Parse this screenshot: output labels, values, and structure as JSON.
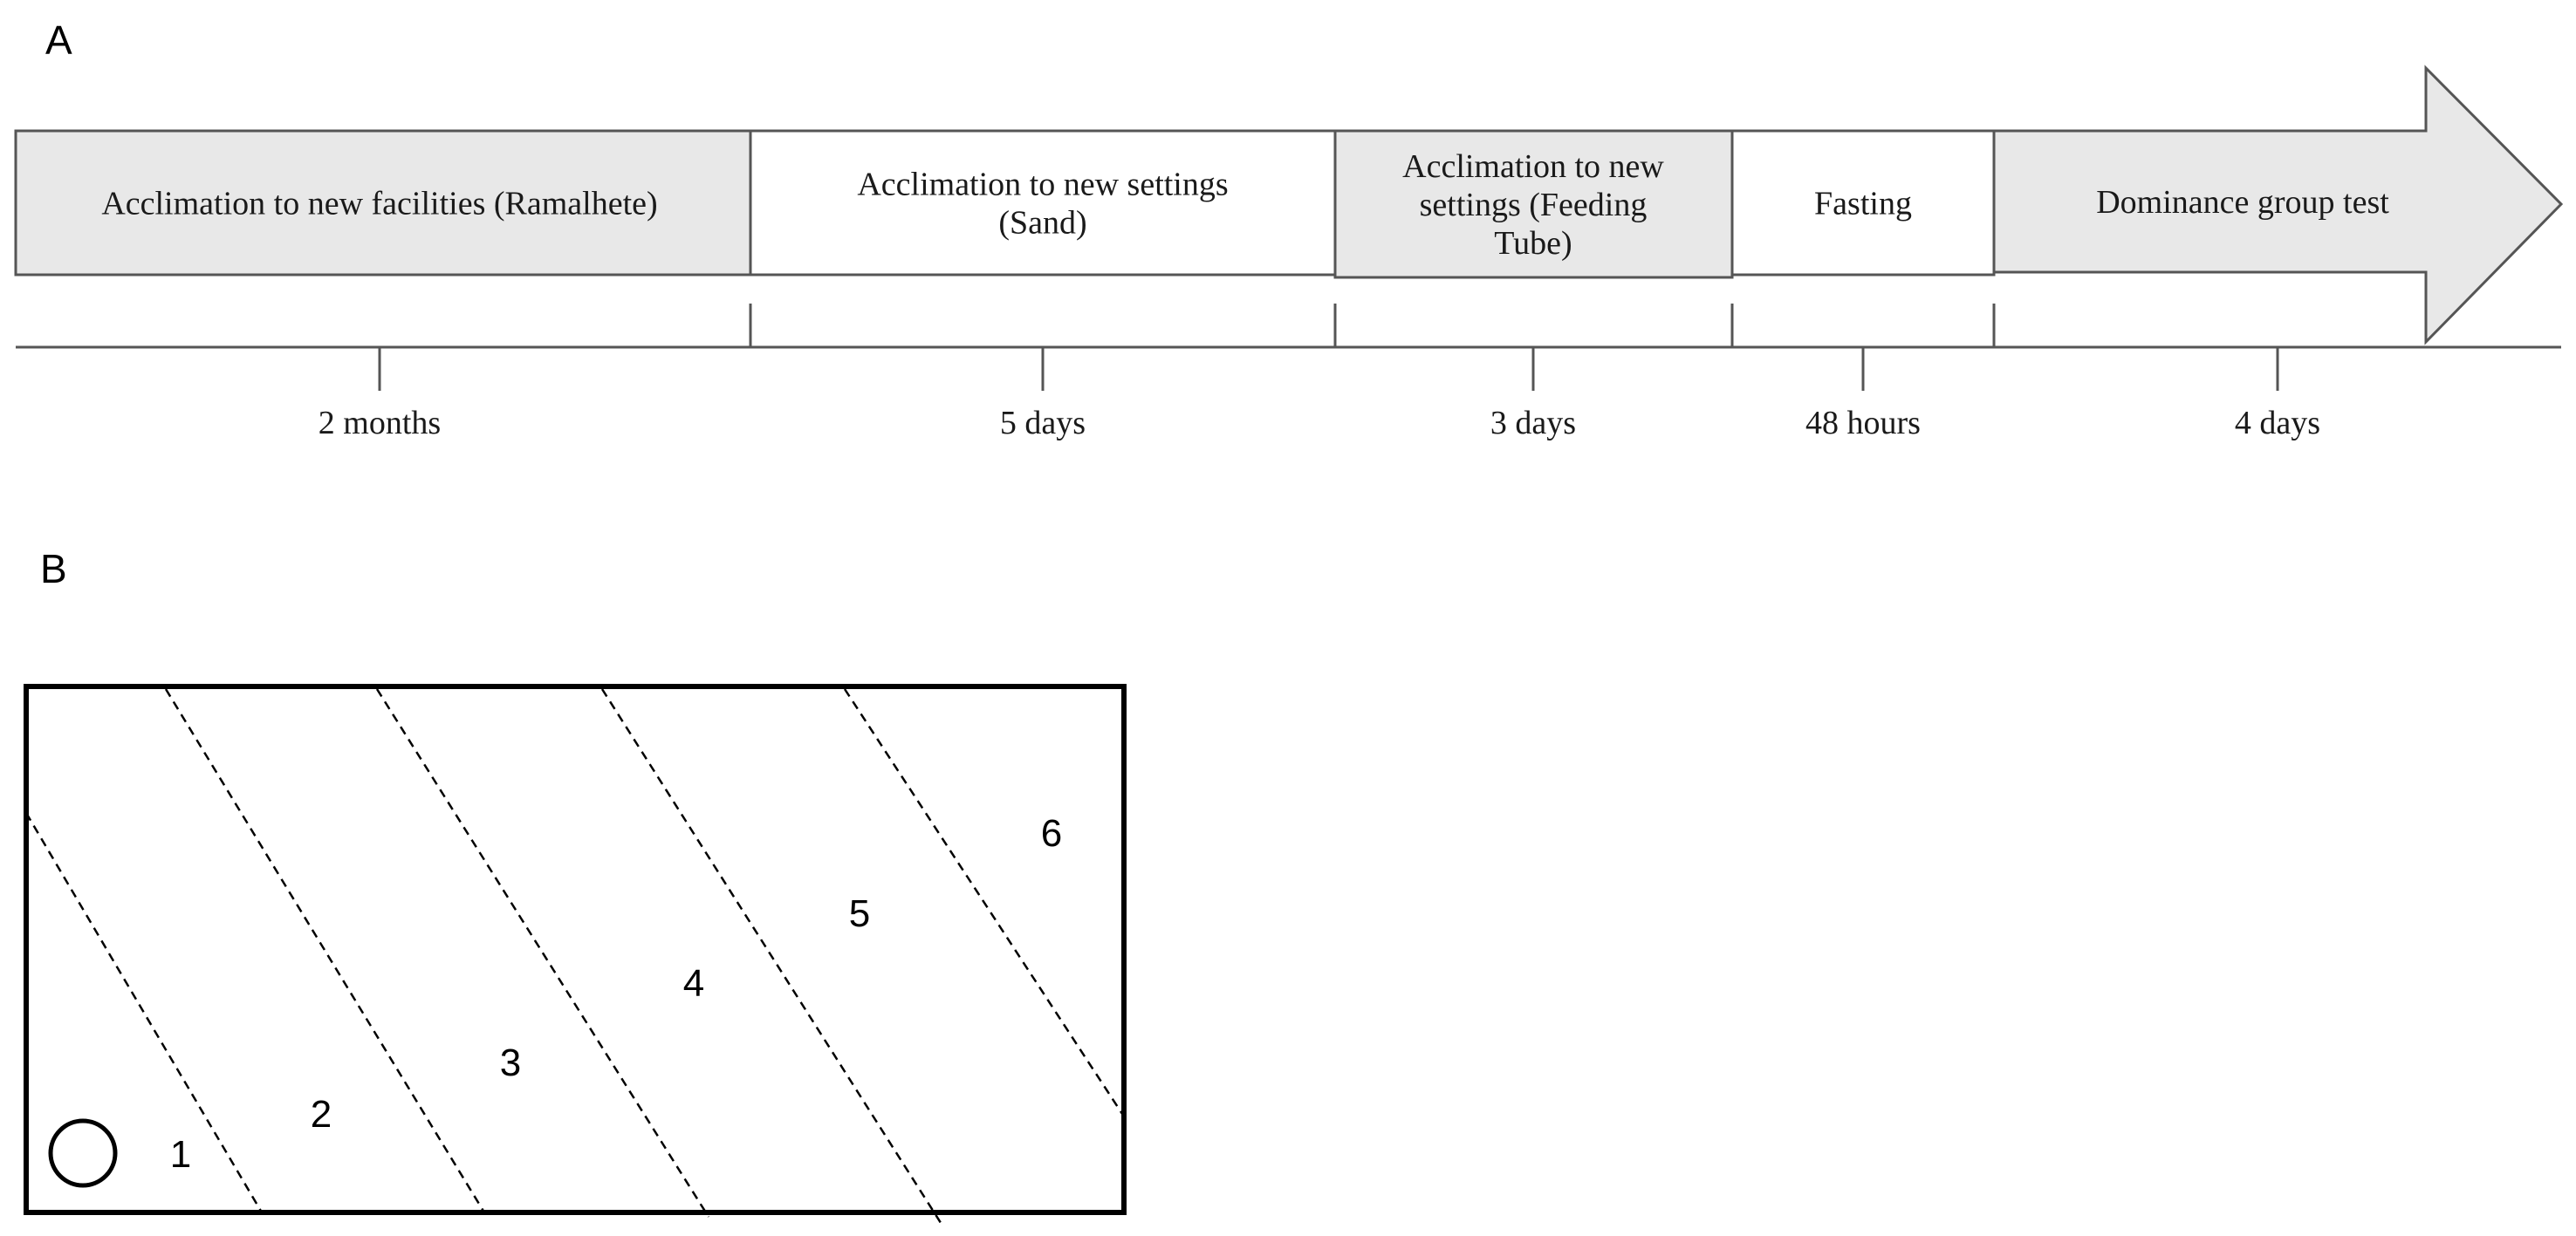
{
  "panel_a": {
    "label": "A",
    "stages": [
      {
        "lines": [
          "Acclimation to new facilities (Ramalhete)"
        ],
        "duration": "2 months",
        "shaded": true
      },
      {
        "lines": [
          "Acclimation to new settings",
          "(Sand)"
        ],
        "duration": "5 days",
        "shaded": false
      },
      {
        "lines": [
          "Acclimation to new",
          "settings (Feeding",
          "Tube)"
        ],
        "duration": "3 days",
        "shaded": true
      },
      {
        "lines": [
          "Fasting"
        ],
        "duration": "48 hours",
        "shaded": false
      },
      {
        "lines": [
          "Dominance group test"
        ],
        "duration": "4 days",
        "shaded": true
      }
    ],
    "colors": {
      "shaded": "#e8e8e8",
      "plain": "#ffffff",
      "stroke": "#555555"
    }
  },
  "panel_b": {
    "label": "B",
    "zones": [
      "1",
      "2",
      "3",
      "4",
      "5",
      "6"
    ]
  }
}
